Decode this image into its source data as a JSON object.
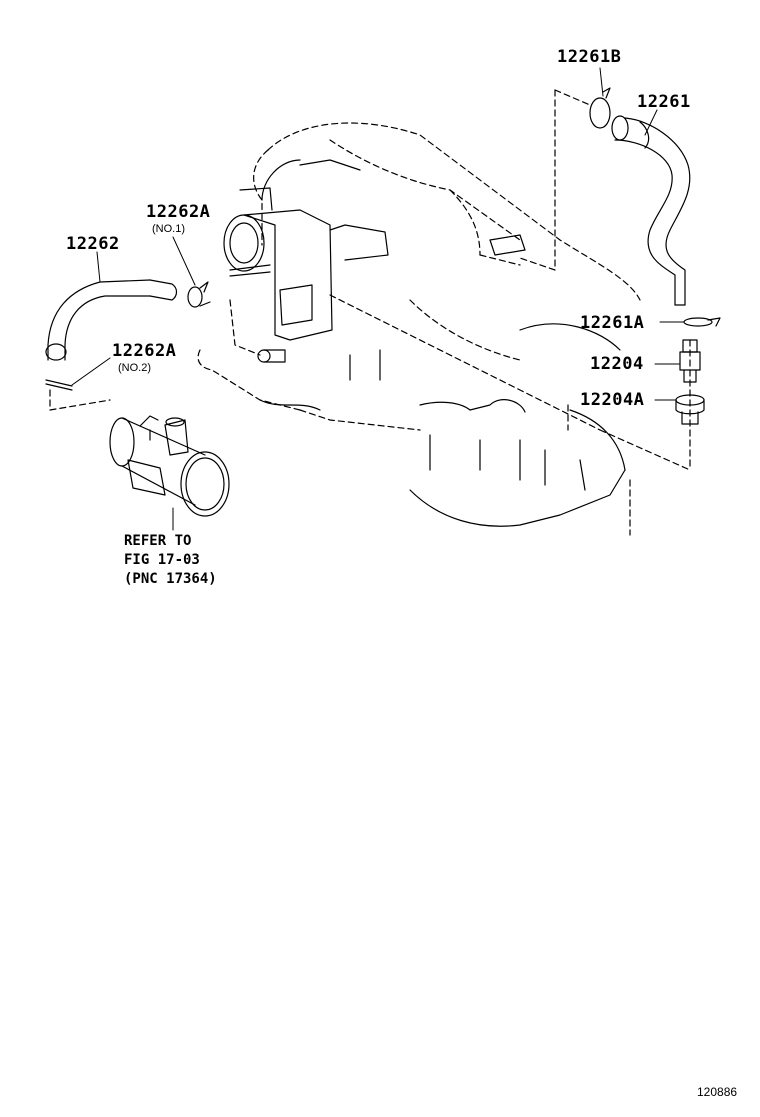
{
  "parts": {
    "p12261B": "12261B",
    "p12261": "12261",
    "p12262A_no1": "12262A",
    "p12262A_no1_sub": "(NO.1)",
    "p12262": "12262",
    "p12262A_no2": "12262A",
    "p12262A_no2_sub": "(NO.2)",
    "p12261A": "12261A",
    "p12204": "12204",
    "p12204A": "12204A"
  },
  "reference": {
    "line1": "REFER TO",
    "line2": "FIG 17-03",
    "line3": "(PNC 17364)"
  },
  "illustration_code": "120886"
}
